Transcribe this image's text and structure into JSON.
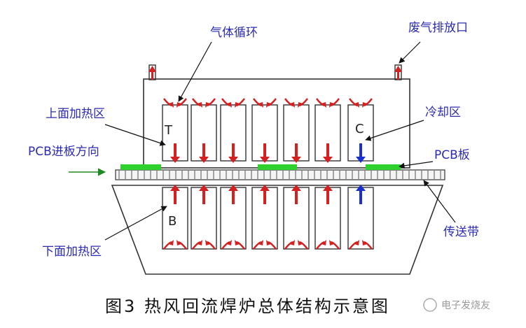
{
  "labels": {
    "gas_circulation": "气体循环",
    "exhaust_port": "废气排放口",
    "upper_heating_zone": "上面加热区",
    "cooling_zone": "冷却区",
    "pcb_entry_direction": "PCB进板方向",
    "pcb_board": "PCB板",
    "conveyor_belt": "传送带",
    "lower_heating_zone": "下面加热区"
  },
  "zone_letters": {
    "top": "T",
    "cooling": "C",
    "bottom": "B"
  },
  "caption": "图3 热风回流焊炉总体结构示意图",
  "watermark": "电子发烧友",
  "colors": {
    "outline": "#333333",
    "arrow_red": "#d42020",
    "arrow_blue": "#1a2fd0",
    "pcb_green": "#2ed12e",
    "label_blue": "#2b2bb0",
    "entry_arrow": "#1f8a1f"
  }
}
